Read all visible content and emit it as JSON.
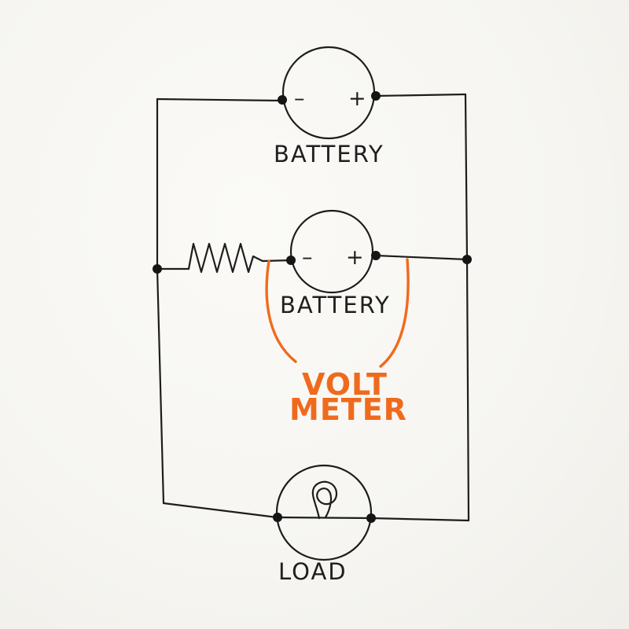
{
  "diagram": {
    "top_battery": {
      "label": "BATTERY",
      "minus": "–",
      "plus": "+"
    },
    "middle_battery": {
      "label": "BATTERY",
      "minus": "–",
      "plus": "+"
    },
    "load": {
      "label": "LOAD"
    },
    "voltmeter": {
      "line1": "VOLT",
      "line2": "METER"
    },
    "colors": {
      "ink": "#1d1d1d",
      "voltmeter": "#f06a1d",
      "paper": "#f8f7f4"
    }
  }
}
